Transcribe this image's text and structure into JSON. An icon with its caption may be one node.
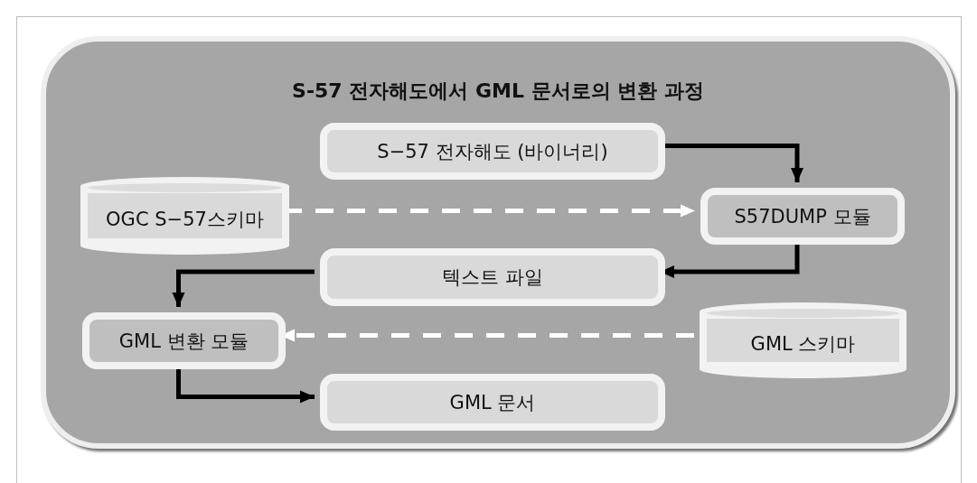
{
  "diagram": {
    "nodes": [
      {
        "text": [
          "S-57 전자해도에서 GML 문서로의 변환 과정"
        ]
      },
      {
        "text": [
          "S−57 전자해도 (바이너리)"
        ],
        "in": 0
      },
      {
        "text": [
          "OGC S−57스키마"
        ],
        "in": 0
      },
      {
        "text": [
          "S57DUMP 모듈"
        ],
        "in": 0
      },
      {
        "text": [
          "텍스트 파일"
        ],
        "in": 0
      },
      {
        "text": [
          "GML 변환 모듈"
        ],
        "in": 0
      },
      {
        "text": [
          "GML 스키마"
        ],
        "in": 0
      },
      {
        "text": [
          "GML 문서"
        ],
        "in": 0
      }
    ],
    "edges": [
      {
        "from": 1,
        "to": 3,
        "arrow": "to"
      },
      {
        "from": 2,
        "to": 3,
        "arrow": "to",
        "style": "dashed",
        "color": "#ffffff"
      },
      {
        "from": 3,
        "to": 4,
        "arrow": "to"
      },
      {
        "from": 4,
        "to": 5,
        "arrow": "to"
      },
      {
        "from": 6,
        "to": 5,
        "arrow": "to",
        "style": "dashed",
        "color": "#ffffff"
      },
      {
        "from": 5,
        "to": 7,
        "arrow": "to"
      }
    ]
  }
}
